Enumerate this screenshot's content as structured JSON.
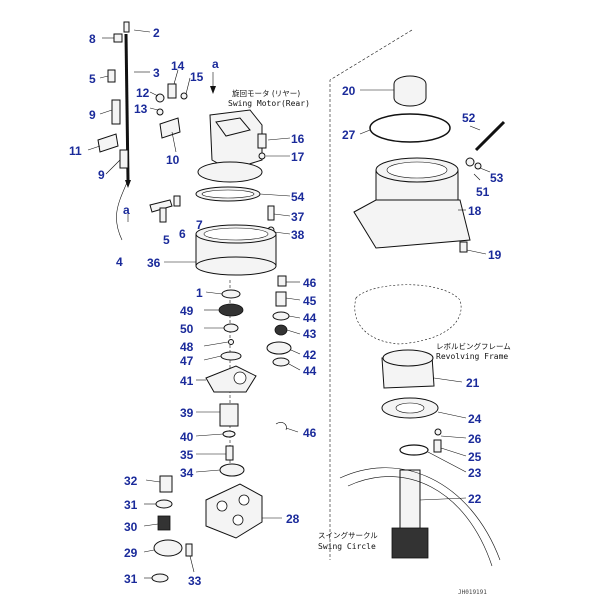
{
  "diagram": {
    "labels": {
      "swing_motor_jp": "旋回モータ (リヤー)",
      "swing_motor_en": "Swing Motor(Rear)",
      "revolving_frame_jp": "レボルビングフレーム",
      "revolving_frame_en": "Revolving Frame",
      "swing_circle_jp": "スイングサークル",
      "swing_circle_en": "Swing Circle",
      "ref_a_top": "a",
      "ref_a_left": "a",
      "drawing_code": "JH019191"
    },
    "callouts": {
      "p1": "1",
      "p2": "2",
      "p3": "3",
      "p4": "4",
      "p5a": "5",
      "p5b": "5",
      "p6": "6",
      "p7": "7",
      "p8": "8",
      "p9a": "9",
      "p9b": "9",
      "p10": "10",
      "p11": "11",
      "p12": "12",
      "p13": "13",
      "p14": "14",
      "p15": "15",
      "p16": "16",
      "p17": "17",
      "p18": "18",
      "p19": "19",
      "p20": "20",
      "p21": "21",
      "p22": "22",
      "p23": "23",
      "p24": "24",
      "p25": "25",
      "p26": "26",
      "p27": "27",
      "p28": "28",
      "p29": "29",
      "p30": "30",
      "p31a": "31",
      "p31b": "31",
      "p32": "32",
      "p33": "33",
      "p34": "34",
      "p35": "35",
      "p36": "36",
      "p37": "37",
      "p38": "38",
      "p39": "39",
      "p40": "40",
      "p41": "41",
      "p42": "42",
      "p43": "43",
      "p44a": "44",
      "p44b": "44",
      "p45": "45",
      "p46a": "46",
      "p46b": "46",
      "p47": "47",
      "p48": "48",
      "p49": "49",
      "p50": "50",
      "p51": "51",
      "p52": "52",
      "p53": "53",
      "p54": "54"
    }
  }
}
